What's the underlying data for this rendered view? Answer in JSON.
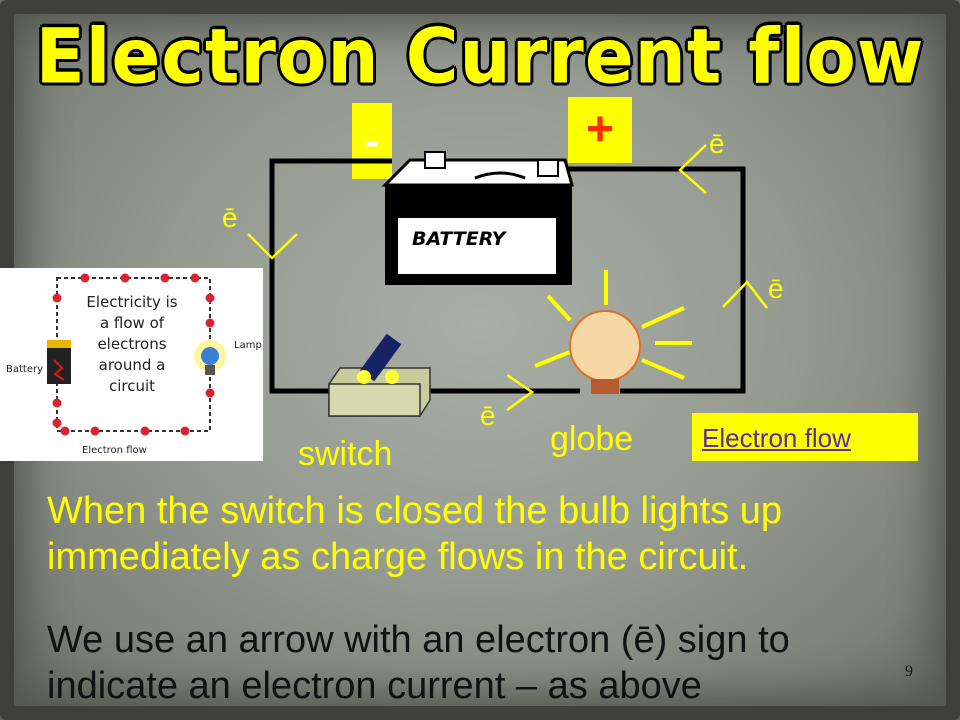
{
  "slide": {
    "title": "Electron Current flow",
    "negative_sign": "-",
    "positive_sign": "+",
    "battery_label": "BATTERY",
    "electron_symbol": "ē",
    "switch_label": "switch",
    "globe_label": "globe",
    "electron_flow_link": "Electron flow",
    "inset": {
      "text_lines": [
        "Electricity is",
        "a flow of",
        "electrons",
        "around a",
        "circuit"
      ],
      "battery_label": "Battery",
      "lamp_label": "Lamp",
      "caption": "Electron flow"
    },
    "paragraph1": "When the switch is closed the bulb lights up immediately as charge flows in the circuit.",
    "paragraph2": "We use an arrow with an electron (ē) sign to indicate an electron current – as above",
    "page_number": "9"
  },
  "colors": {
    "accent_yellow": "#ffff00",
    "plus_red": "#ff2a00",
    "link_purple": "#5a2ca0",
    "electron_red": "#d9232e"
  }
}
